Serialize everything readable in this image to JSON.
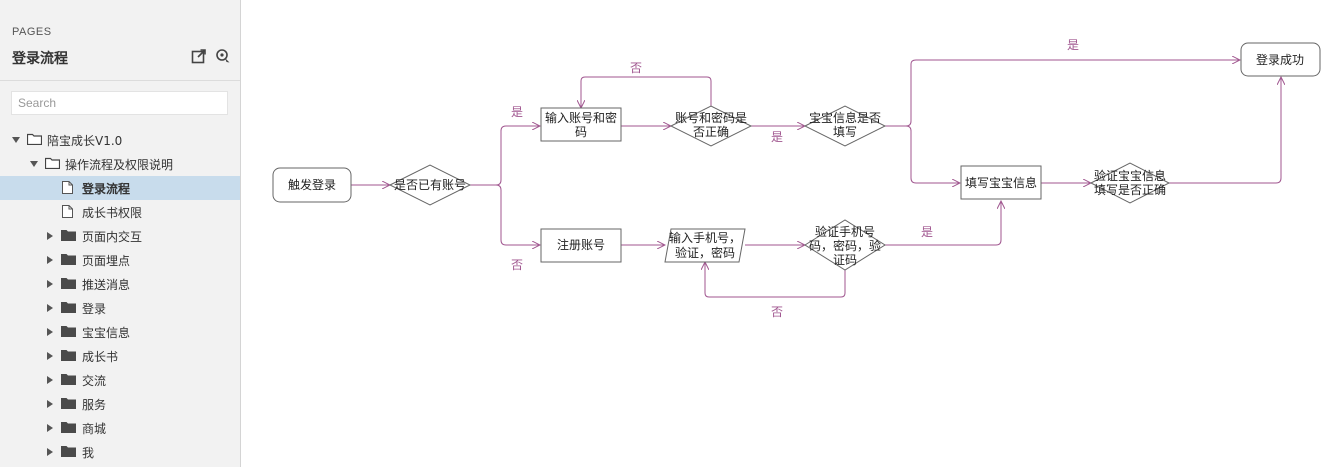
{
  "sidebar": {
    "pages_label": "PAGES",
    "title": "登录流程",
    "search_placeholder": "Search",
    "icons": [
      "export-icon",
      "locate-icon"
    ],
    "tree": [
      {
        "label": "陪宝成长V1.0",
        "level": 0,
        "type": "folder-open",
        "expanded": true,
        "selected": false
      },
      {
        "label": "操作流程及权限说明",
        "level": 1,
        "type": "folder-open",
        "expanded": true,
        "selected": false
      },
      {
        "label": "登录流程",
        "level": 2,
        "type": "page",
        "selected": true
      },
      {
        "label": "成长书权限",
        "level": 2,
        "type": "page",
        "selected": false
      },
      {
        "label": "页面内交互",
        "level": 1,
        "type": "folder",
        "expanded": false,
        "selected": false
      },
      {
        "label": "页面埋点",
        "level": 1,
        "type": "folder",
        "expanded": false,
        "selected": false
      },
      {
        "label": "推送消息",
        "level": 1,
        "type": "folder",
        "expanded": false,
        "selected": false
      },
      {
        "label": "登录",
        "level": 1,
        "type": "folder",
        "expanded": false,
        "selected": false
      },
      {
        "label": "宝宝信息",
        "level": 1,
        "type": "folder",
        "expanded": false,
        "selected": false
      },
      {
        "label": "成长书",
        "level": 1,
        "type": "folder",
        "expanded": false,
        "selected": false
      },
      {
        "label": "交流",
        "level": 1,
        "type": "folder",
        "expanded": false,
        "selected": false
      },
      {
        "label": "服务",
        "level": 1,
        "type": "folder",
        "expanded": false,
        "selected": false
      },
      {
        "label": "商城",
        "level": 1,
        "type": "folder",
        "expanded": false,
        "selected": false
      },
      {
        "label": "我",
        "level": 1,
        "type": "folder",
        "expanded": false,
        "selected": false
      }
    ]
  },
  "flowchart": {
    "colors": {
      "edge": "#a0568f",
      "node_border": "#666666",
      "node_fill": "#ffffff"
    },
    "nodes": {
      "trigger": "触发登录",
      "has_account": "是否已有账号",
      "enter_account": [
        "输入账号和密",
        "码"
      ],
      "check_password": [
        "账号和密码是",
        "否正确"
      ],
      "baby_info_filled": [
        "宝宝信息是否",
        "填写"
      ],
      "login_success": "登录成功",
      "fill_baby_info": "填写宝宝信息",
      "verify_baby_info": [
        "验证宝宝信息",
        "填写是否正确"
      ],
      "register": "注册账号",
      "enter_phone": [
        "输入手机号，",
        "验证，密码"
      ],
      "verify_phone": [
        "验证手机号",
        "码，密码，验",
        "证码"
      ]
    },
    "edge_labels": {
      "yes": "是",
      "no": "否"
    }
  }
}
